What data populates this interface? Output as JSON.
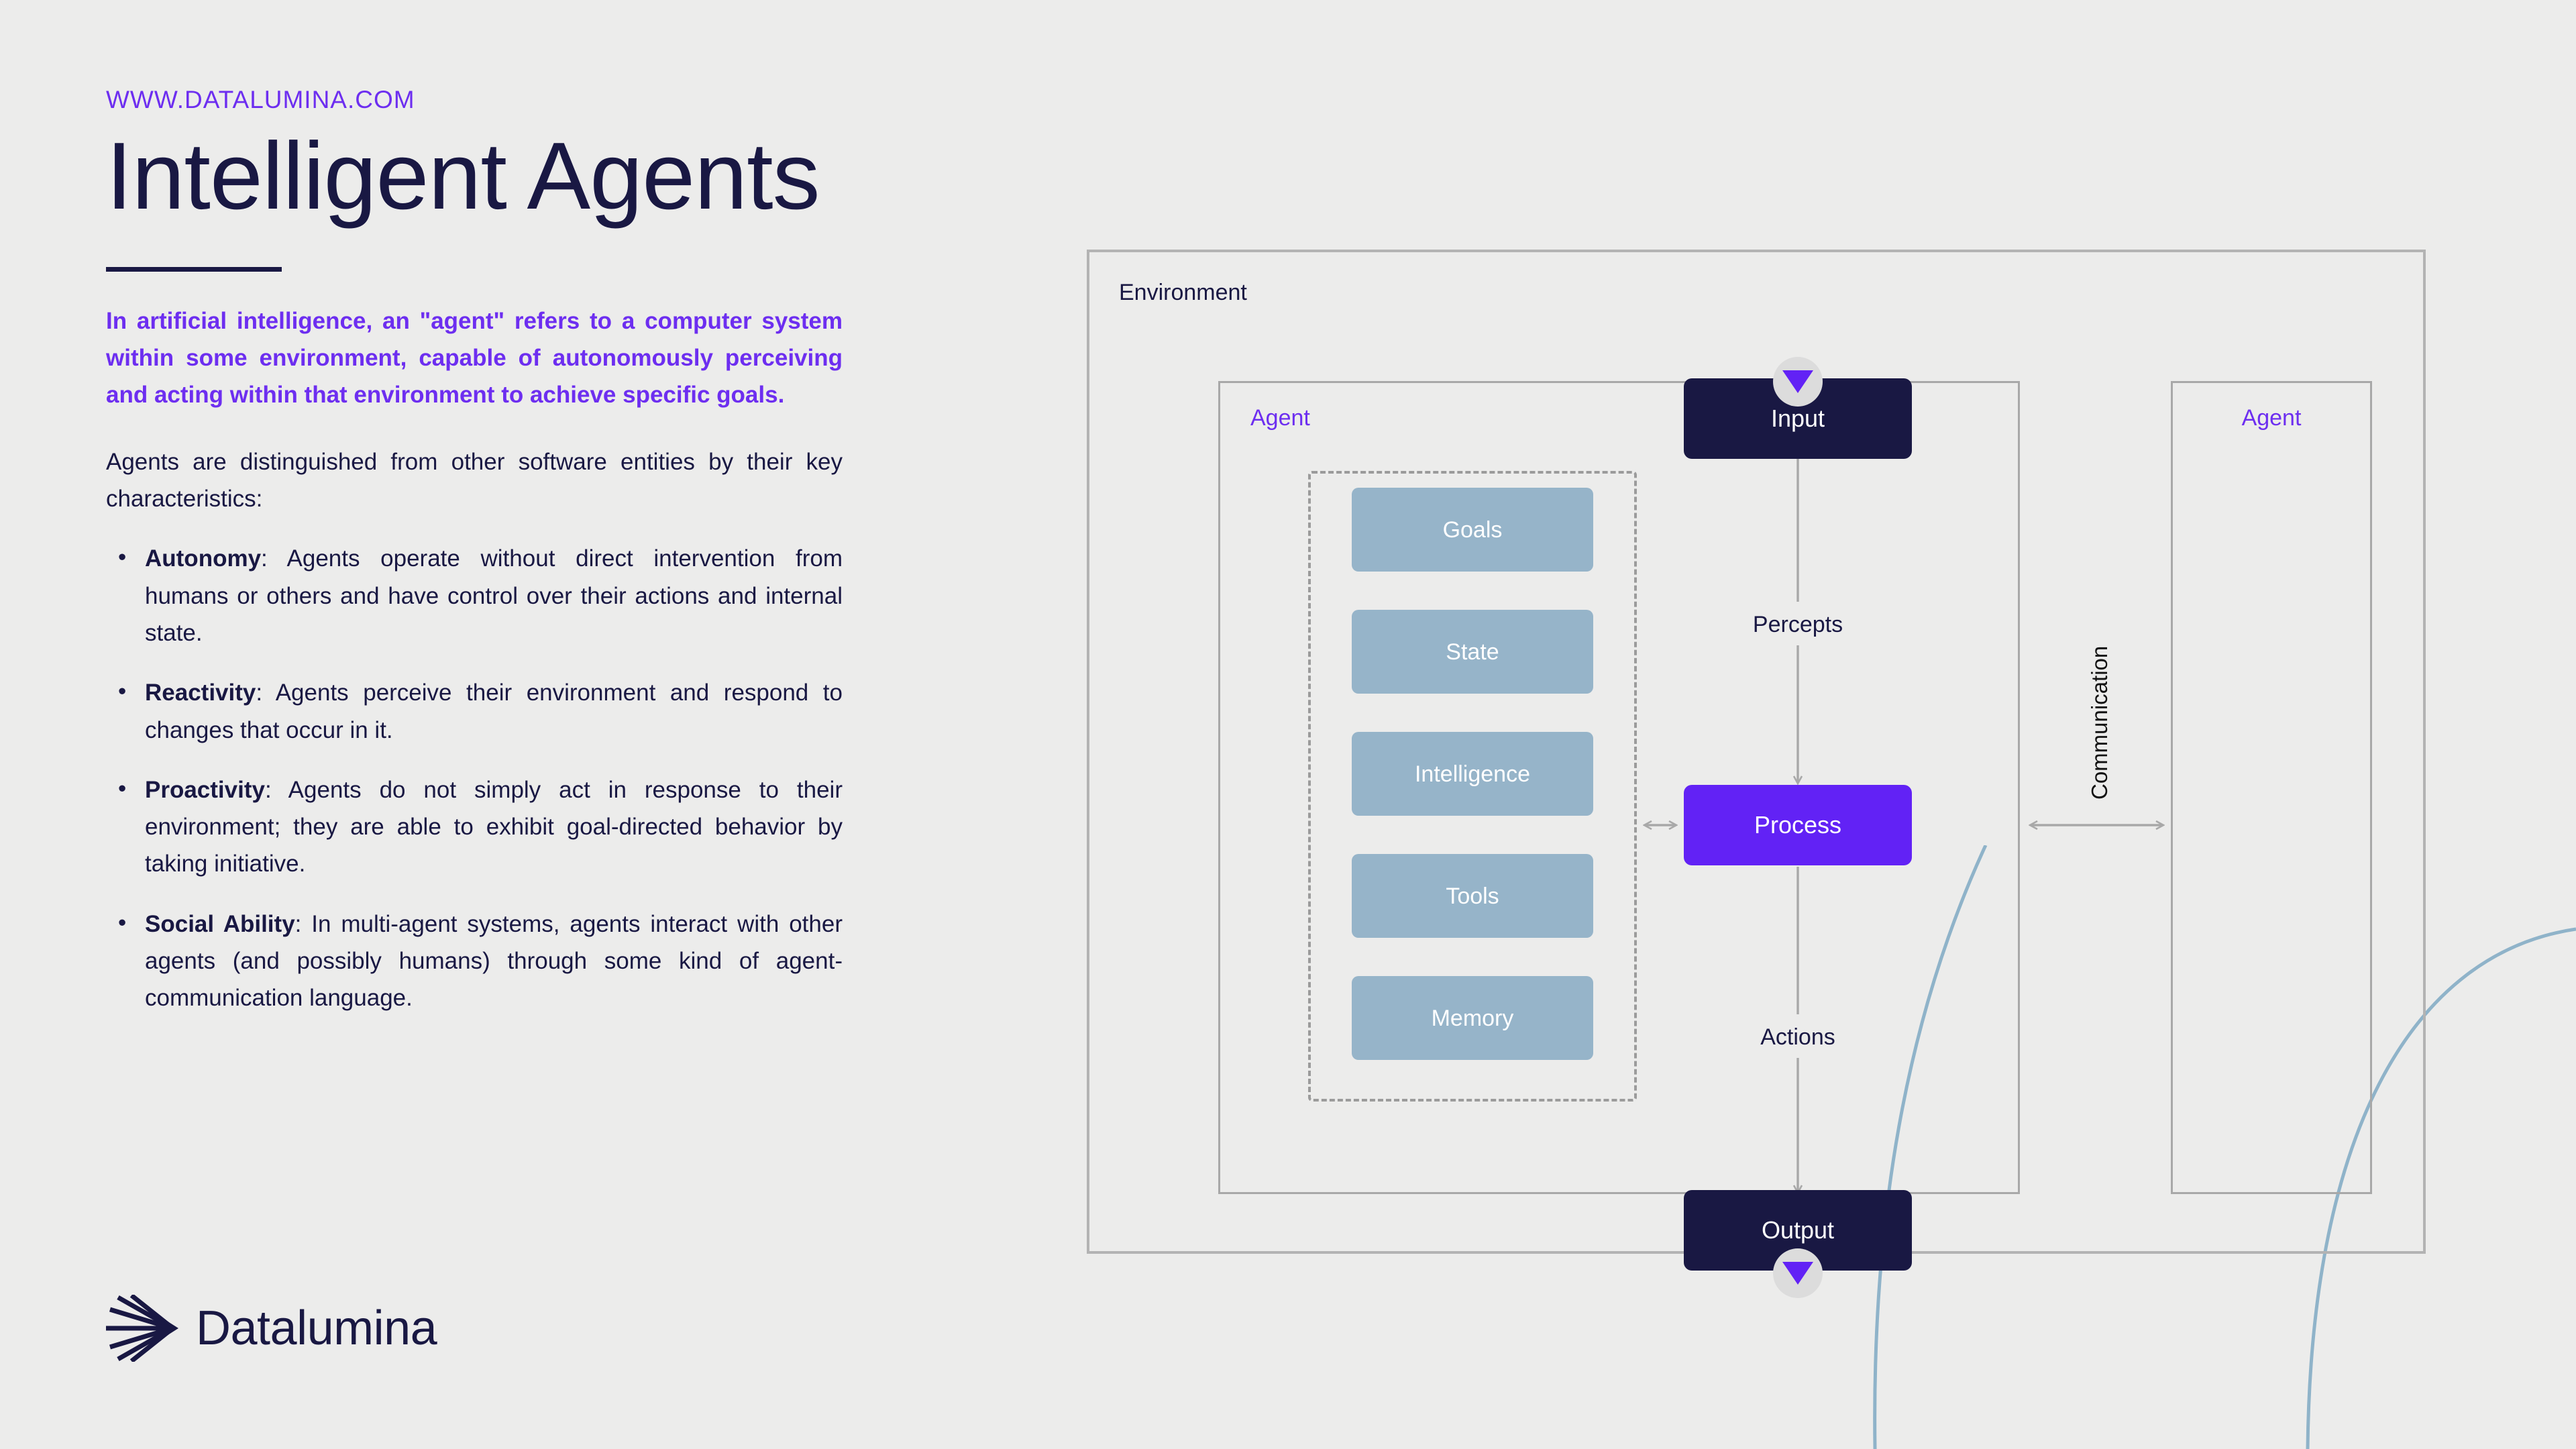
{
  "theme": {
    "background": "#ececeb",
    "accent_purple": "#6d2ef0",
    "node_purple": "#6222f5",
    "navy": "#191843",
    "capability_blue": "#96b4c9",
    "line_gray": "#a8a8a8",
    "arc_blue": "#8fb3c9"
  },
  "left": {
    "eyebrow": "WWW.DATALUMINA.COM",
    "title": "Intelligent Agents",
    "lead": "In artificial intelligence, an \"agent\" refers to a computer system within some environment, capable of autonomously perceiving and acting within that environment to achieve specific goals.",
    "intro": "Agents are distinguished from other software entities by their key characteristics:",
    "features": [
      {
        "term": "Autonomy",
        "text": ": Agents operate without direct intervention from humans or others and have control over their actions and internal state."
      },
      {
        "term": "Reactivity",
        "text": ": Agents perceive their environment and respond to changes that occur in it."
      },
      {
        "term": "Proactivity",
        "text": ": Agents do not simply act in response to their environment; they are able to exhibit goal-directed behavior by taking initiative."
      },
      {
        "term": "Social Ability",
        "text": ": In multi-agent systems, agents interact with other agents (and possibly humans) through some kind of agent-communication language."
      }
    ]
  },
  "logo": {
    "wordmark": "Datalumina",
    "mark_name": "datalumina-rays-logo"
  },
  "diagram": {
    "environment_label": "Environment",
    "agent_label": "Agent",
    "agent2_label": "Agent",
    "capabilities": [
      "Goals",
      "State",
      "Intelligence",
      "Tools",
      "Memory"
    ],
    "nodes": {
      "input": "Input",
      "process": "Process",
      "output": "Output"
    },
    "flow_labels": {
      "percepts": "Percepts",
      "actions": "Actions",
      "communication": "Communication"
    }
  }
}
